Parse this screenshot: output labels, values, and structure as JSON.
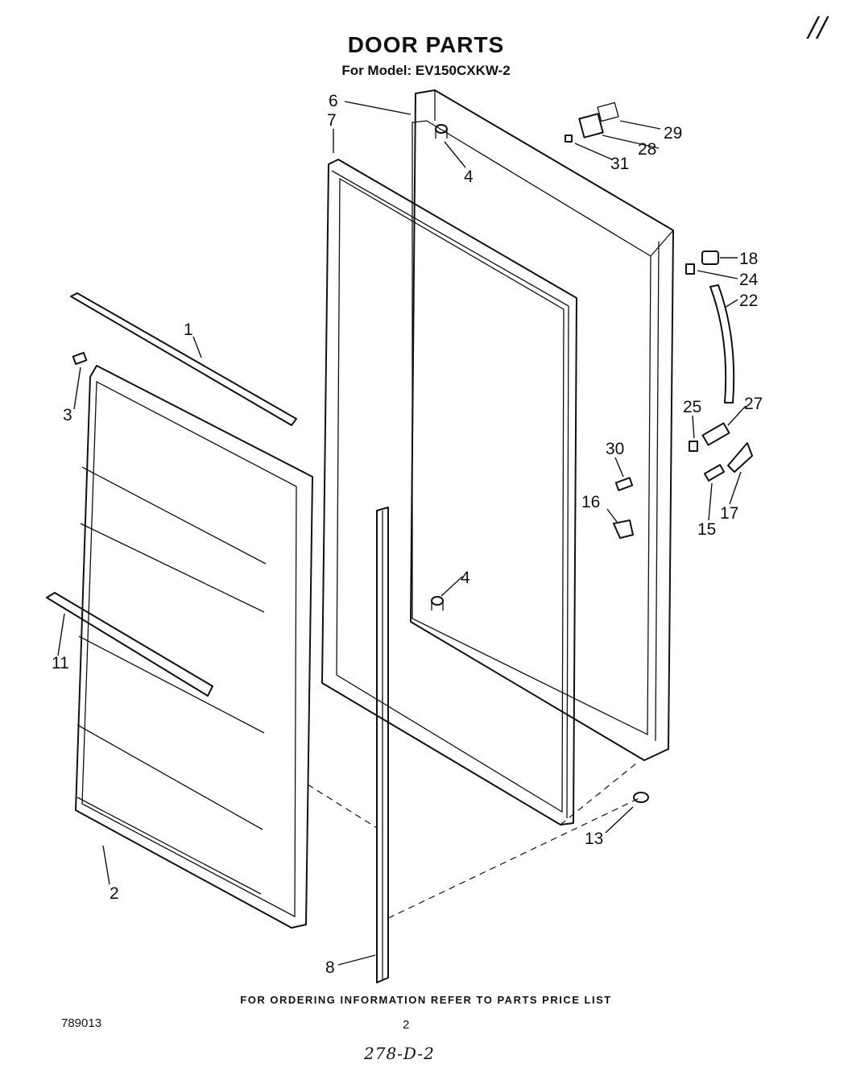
{
  "page": {
    "title": "DOOR PARTS",
    "model_line": "For Model: EV150CXKW-2",
    "footer_note": "FOR ORDERING INFORMATION REFER TO PARTS PRICE LIST",
    "document_number": "789013",
    "page_number": "2",
    "handwritten_note": "278-D-2",
    "corner_mark": "//"
  },
  "callouts": {
    "c1": "1",
    "c2": "2",
    "c3": "3",
    "c4a": "4",
    "c4b": "4",
    "c6": "6",
    "c7": "7",
    "c8": "8",
    "c11": "11",
    "c13": "13",
    "c15": "15",
    "c16": "16",
    "c17": "17",
    "c18": "18",
    "c22": "22",
    "c24": "24",
    "c25": "25",
    "c27": "27",
    "c28": "28",
    "c29": "29",
    "c30": "30",
    "c31": "31"
  }
}
